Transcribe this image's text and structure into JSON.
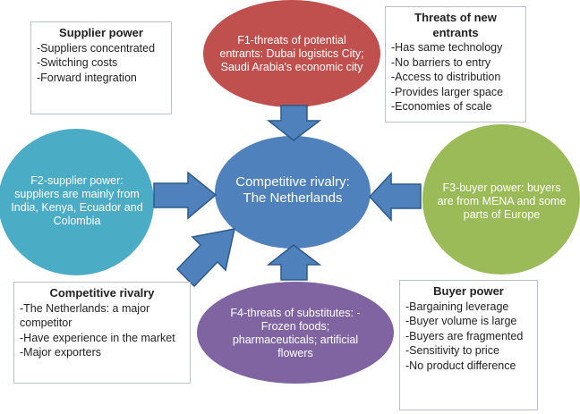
{
  "colors": {
    "f1": "#c0504d",
    "f2": "#4bacc6",
    "f3": "#9bbb59",
    "f4": "#8064a2",
    "center": "#4f81bd",
    "arrow": "#4f81bd",
    "arrow_outline": "#2c5a8c"
  },
  "center": {
    "text": "Competitive rivalry: The Netherlands"
  },
  "forces": {
    "f1": "F1-threats of potential entrants: Dubai logistics City; Saudi Arabia's economic city",
    "f2": "F2-supplier power: suppliers are mainly from India, Kenya, Ecuador and Colombia",
    "f3": "F3-buyer power: buyers are from MENA and some parts of Europe",
    "f4": "F4-threats of substitutes: -Frozen foods; pharmaceuticals; artificial flowers"
  },
  "boxes": {
    "supplier_power": {
      "title": "Supplier power",
      "items": [
        "-Suppliers concentrated",
        "-Switching costs",
        "-Forward integration"
      ]
    },
    "new_entrants": {
      "title": "Threats of new entrants",
      "items": [
        "-Has same technology",
        "-No barriers to entry",
        "-Access to distribution",
        "-Provides larger space",
        "-Economies of scale"
      ]
    },
    "competitive_rivalry": {
      "title": "Competitive rivalry",
      "items": [
        "-The Netherlands: a major competitor",
        "-Have experience in the market",
        "-Major exporters"
      ]
    },
    "buyer_power": {
      "title": "Buyer power",
      "items": [
        "-Bargaining leverage",
        "-Buyer volume is large",
        "-Buyers are fragmented",
        "-Sensitivity to price",
        "-No product difference"
      ]
    }
  }
}
